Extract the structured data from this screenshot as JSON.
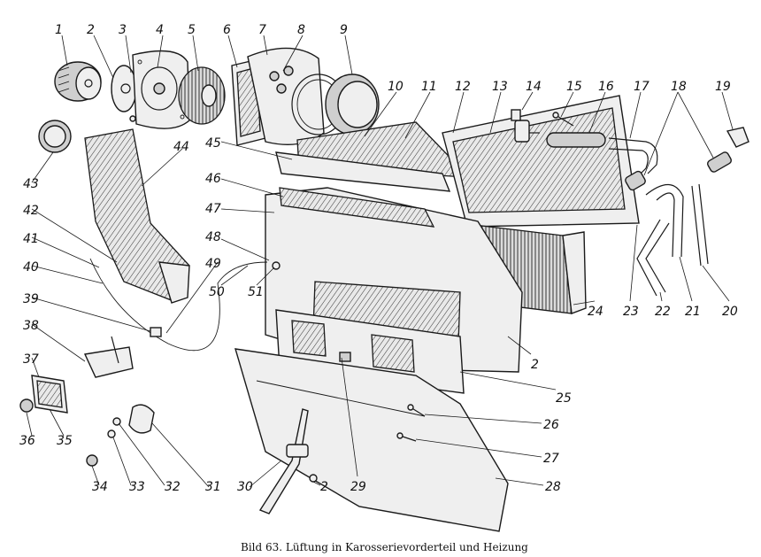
{
  "caption": "Bild 63. Lüftung in Karosserievorderteil und Heizung",
  "part_numbers": [
    "1",
    "2",
    "3",
    "4",
    "5",
    "6",
    "7",
    "8",
    "9",
    "10",
    "11",
    "12",
    "13",
    "14",
    "15",
    "16",
    "17",
    "18",
    "19",
    "20",
    "21",
    "22",
    "23",
    "24",
    "2",
    "25",
    "26",
    "27",
    "28",
    "29",
    "2",
    "30",
    "31",
    "32",
    "33",
    "34",
    "35",
    "36",
    "37",
    "38",
    "39",
    "40",
    "41",
    "42",
    "43",
    "44",
    "45",
    "46",
    "47",
    "48",
    "49",
    "50",
    "51"
  ]
}
